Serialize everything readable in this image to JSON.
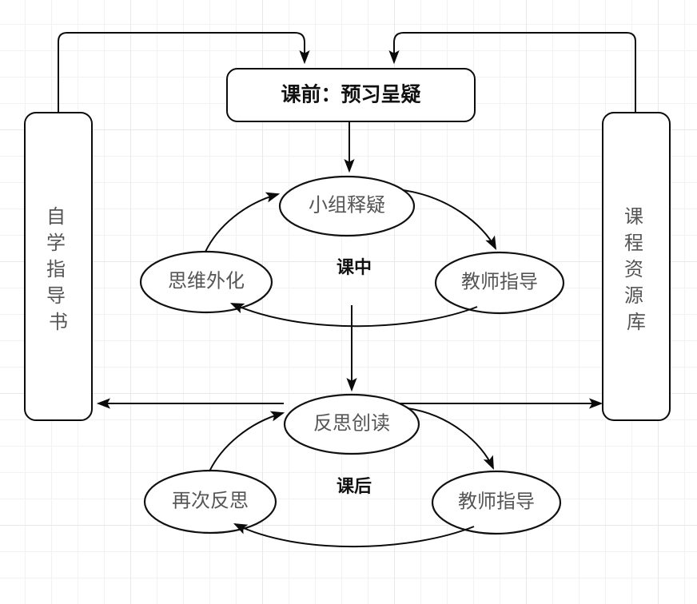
{
  "diagram": {
    "title_box": {
      "label": "课前：预习呈疑"
    },
    "side_boxes": {
      "left": {
        "label": "自学指导书",
        "chars": [
          "自",
          "学",
          "指",
          "导",
          "书"
        ]
      },
      "right": {
        "label": "课程资源库",
        "chars": [
          "课",
          "程",
          "资",
          "源",
          "库"
        ]
      }
    },
    "stage_labels": {
      "middle": "课中",
      "after": "课后"
    },
    "nodes": {
      "group_clarify": "小组释疑",
      "teacher_guidance_mid": "教师指导",
      "thinking_externalize": "思维外化",
      "reflective_reading": "反思创读",
      "teacher_guidance_post": "教师指导",
      "reflect_again": "再次反思"
    },
    "colors": {
      "stroke": "#0b0b0b",
      "node_text": "#555555",
      "label_text": "#111111",
      "background": "#ffffff",
      "grid_minor": "#f2f2f2",
      "grid_major": "#e8e8e8"
    },
    "edges": [
      {
        "from": "课前：预习呈疑",
        "to": "小组释疑",
        "style": "straight-arrow"
      },
      {
        "from": "小组释疑",
        "to": "教师指导",
        "style": "curve-arrow"
      },
      {
        "from": "教师指导",
        "to": "思维外化",
        "style": "curve-arrow"
      },
      {
        "from": "思维外化",
        "to": "小组释疑",
        "style": "curve-arrow"
      },
      {
        "from": "课中",
        "to": "反思创读",
        "style": "straight-arrow"
      },
      {
        "from": "反思创读",
        "to": "教师指导",
        "style": "curve-arrow"
      },
      {
        "from": "教师指导",
        "to": "再次反思",
        "style": "curve-arrow"
      },
      {
        "from": "再次反思",
        "to": "反思创读",
        "style": "curve-arrow"
      },
      {
        "from": "反思创读",
        "to": "自学指导书",
        "style": "straight-arrow"
      },
      {
        "from": "反思创读",
        "to": "课程资源库",
        "style": "straight-arrow"
      },
      {
        "from": "自学指导书",
        "to": "课前：预习呈疑",
        "style": "elbow-arrow"
      },
      {
        "from": "课程资源库",
        "to": "课前：预习呈疑",
        "style": "elbow-arrow"
      }
    ]
  }
}
